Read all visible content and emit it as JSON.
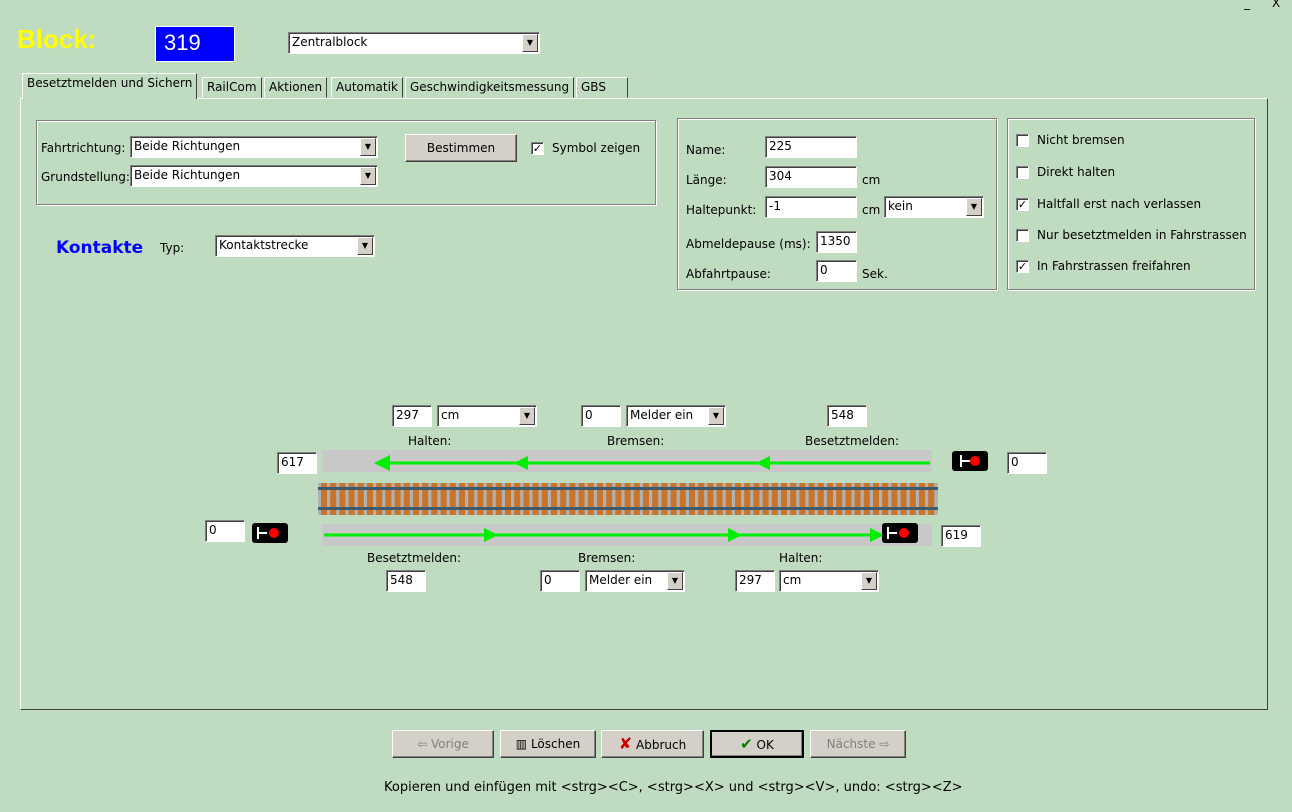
{
  "window": {
    "minimize": "_",
    "close": "X"
  },
  "header": {
    "block_label": "Block:",
    "block_number": "319",
    "block_type": "Zentralblock"
  },
  "tabs": [
    "Besetztmelden und Sichern",
    "RailCom",
    "Aktionen",
    "Automatik",
    "Geschwindigkeitsmessung",
    "GBS"
  ],
  "direction": {
    "fahrtrichtung_label": "Fahrtrichtung:",
    "fahrtrichtung_value": "Beide Richtungen",
    "grundstellung_label": "Grundstellung:",
    "grundstellung_value": "Beide Richtungen",
    "bestimmen_label": "Bestimmen",
    "symbol_label": "Symbol zeigen",
    "symbol_checked": true
  },
  "contacts": {
    "title": "Kontakte",
    "typ_label": "Typ:",
    "typ_value": "Kontaktstrecke"
  },
  "props": {
    "name_label": "Name:",
    "name_value": "225",
    "laenge_label": "Länge:",
    "laenge_value": "304",
    "laenge_unit": "cm",
    "haltepunkt_label": "Haltepunkt:",
    "haltepunkt_value": "-1",
    "haltepunkt_unit": "cm",
    "haltepunkt_mode": "kein",
    "abmelde_label": "Abmeldepause (ms):",
    "abmelde_value": "1350",
    "abfahrt_label": "Abfahrtpause:",
    "abfahrt_value": "0",
    "abfahrt_unit": "Sek."
  },
  "options": [
    {
      "label": "Nicht bremsen",
      "checked": false
    },
    {
      "label": "Direkt halten",
      "checked": false
    },
    {
      "label": "Haltfall erst nach verlassen",
      "checked": true
    },
    {
      "label": "Nur besetztmelden in Fahrstrassen",
      "checked": false
    },
    {
      "label": "In Fahrstrassen freifahren",
      "checked": true
    }
  ],
  "diagram": {
    "top": {
      "halten_value": "297",
      "halten_unit": "cm",
      "bremsen_value": "0",
      "bremsen_mode": "Melder ein",
      "besetzt_value": "548",
      "halten_label": "Halten:",
      "bremsen_label": "Bremsen:",
      "besetzt_label": "Besetztmelden:",
      "left_signal_value": "617",
      "right_signal_value": "0"
    },
    "bottom": {
      "besetzt_label": "Besetztmelden:",
      "bremsen_label": "Bremsen:",
      "halten_label": "Halten:",
      "besetzt_value": "548",
      "bremsen_value": "0",
      "bremsen_mode": "Melder ein",
      "halten_value": "297",
      "halten_unit": "cm",
      "left_signal_value": "0",
      "right_signal_value": "619"
    }
  },
  "buttons": {
    "prev": "⇦ Vorige",
    "delete": "Löschen",
    "cancel": "Abbruch",
    "ok": "OK",
    "next": "Nächste ⇨"
  },
  "footer": {
    "hint": "Kopieren und einfügen mit <strg><C>, <strg><X> und <strg><V>, undo: <strg><Z>"
  },
  "colors": {
    "background": "#c0dcc0",
    "block_label": "#ffff00",
    "block_number_bg": "#0000ff",
    "kontakte_title": "#0000ff",
    "arrow": "#00ee00"
  }
}
